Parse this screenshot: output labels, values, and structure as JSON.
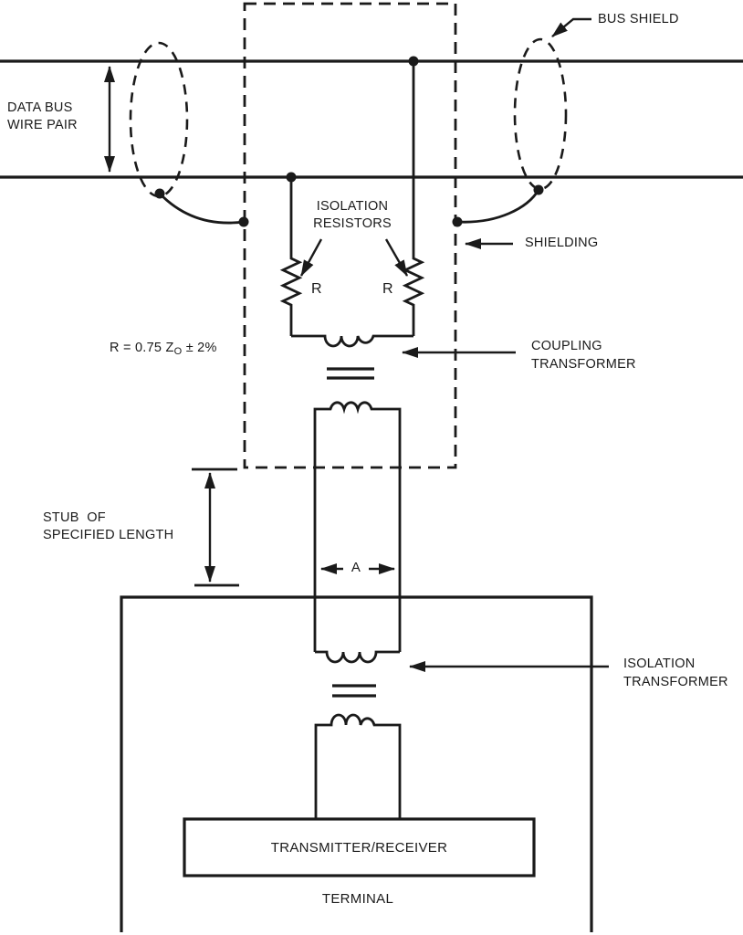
{
  "colors": {
    "line": "#1a1a1a",
    "background": "#ffffff"
  },
  "labels": {
    "bus_shield": "BUS SHIELD",
    "data_bus_wire_pair": [
      "DATA BUS",
      "WIRE PAIR"
    ],
    "isolation_resistors": [
      "ISOLATION",
      "RESISTORS"
    ],
    "shielding": "SHIELDING",
    "resistor_left": "R",
    "resistor_right": "R",
    "resistor_formula": {
      "prefix": "R = 0.75 Z",
      "subscript": "O",
      "suffix": " ± 2%"
    },
    "coupling_transformer": [
      "COUPLING",
      "TRANSFORMER"
    ],
    "stub": [
      "STUB  OF",
      "SPECIFIED LENGTH"
    ],
    "dimension_a": "A",
    "isolation_transformer": [
      "ISOLATION",
      "TRANSFORMER"
    ],
    "transmitter_receiver": "TRANSMITTER/RECEIVER",
    "terminal": "TERMINAL"
  }
}
